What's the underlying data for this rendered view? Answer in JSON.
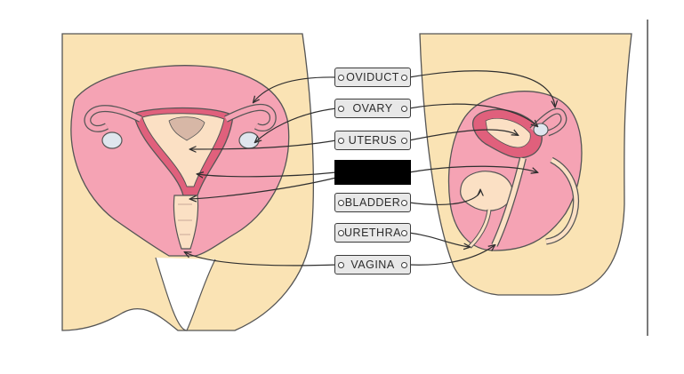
{
  "labels": {
    "oviduct": "OVIDUCT",
    "ovary": "OVARY",
    "uterus": "UTERUS",
    "bladder": "BLADDER",
    "urethra": "URETHRA",
    "vagina": "VAGINA"
  },
  "colors": {
    "skin": "#fae3b4",
    "pink": "#f5a3b4",
    "deep_pink": "#e0607c",
    "cream": "#fbe0c4",
    "label_bg": "#e8e8e8",
    "redaction": "#000000"
  },
  "icons": {
    "connector": "small-ring"
  }
}
